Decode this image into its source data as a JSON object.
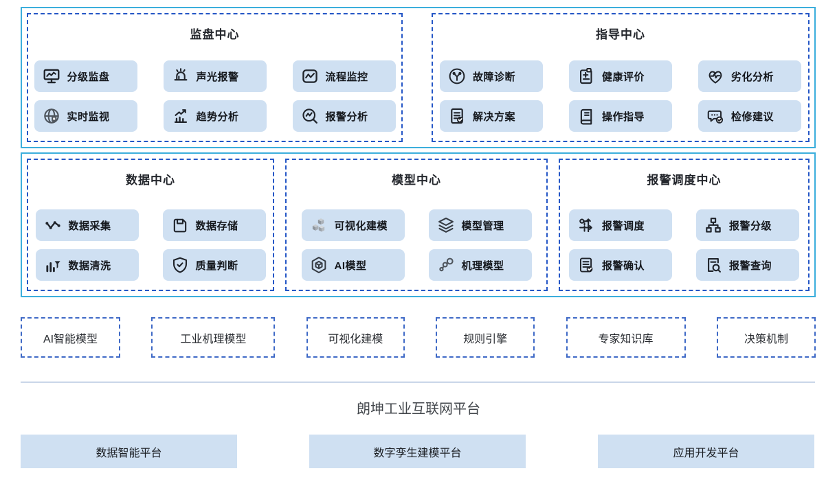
{
  "colors": {
    "outer_border": "#3BAEDC",
    "dashed_border": "#2456C6",
    "item_background": "#CFE0F2",
    "item_text": "#15181D",
    "section_title_text": "#24272D",
    "separator_line": "#6186BE",
    "platform_box_background": "#CFE0F2"
  },
  "top_row": {
    "sections": [
      {
        "title": "监盘中心",
        "items": [
          {
            "label": "分级监盘",
            "icon": "monitor-chart-icon"
          },
          {
            "label": "声光报警",
            "icon": "siren-icon"
          },
          {
            "label": "流程监控",
            "icon": "flow-monitor-icon"
          },
          {
            "label": "实时监视",
            "icon": "globe-icon"
          },
          {
            "label": "趋势分析",
            "icon": "trend-chart-icon"
          },
          {
            "label": "报警分析",
            "icon": "magnifier-pulse-icon"
          }
        ]
      },
      {
        "title": "指导中心",
        "items": [
          {
            "label": "故障诊断",
            "icon": "fault-tree-icon"
          },
          {
            "label": "健康评价",
            "icon": "clipboard-plus-icon"
          },
          {
            "label": "劣化分析",
            "icon": "heart-pulse-icon"
          },
          {
            "label": "解决方案",
            "icon": "doc-check-icon"
          },
          {
            "label": "操作指导",
            "icon": "manual-book-icon"
          },
          {
            "label": "检修建议",
            "icon": "chat-check-icon"
          }
        ]
      }
    ]
  },
  "middle_row": {
    "sections": [
      {
        "title": "数据中心",
        "items": [
          {
            "label": "数据采集",
            "icon": "pulse-nodes-icon"
          },
          {
            "label": "数据存储",
            "icon": "floppy-disk-icon"
          },
          {
            "label": "数据清洗",
            "icon": "bars-funnel-icon"
          },
          {
            "label": "质量判断",
            "icon": "shield-check-icon"
          }
        ]
      },
      {
        "title": "模型中心",
        "items": [
          {
            "label": "可视化建模",
            "icon": "cubes-icon"
          },
          {
            "label": "模型管理",
            "icon": "layers-icon"
          },
          {
            "label": "AI模型",
            "icon": "cube-hexagon-icon"
          },
          {
            "label": "机理模型",
            "icon": "molecule-icon"
          }
        ]
      },
      {
        "title": "报警调度中心",
        "items": [
          {
            "label": "报警调度",
            "icon": "route-switch-icon"
          },
          {
            "label": "报警分级",
            "icon": "hierarchy-icon"
          },
          {
            "label": "报警确认",
            "icon": "list-check-icon"
          },
          {
            "label": "报警查询",
            "icon": "doc-search-icon"
          }
        ]
      }
    ]
  },
  "capability_row": {
    "boxes": [
      "AI智能模型",
      "工业机理模型",
      "可视化建模",
      "规则引擎",
      "专家知识库",
      "决策机制"
    ]
  },
  "platform": {
    "title": "朗坤工业互联网平台",
    "boxes": [
      "数据智能平台",
      "数字孪生建模平台",
      "应用开发平台"
    ]
  }
}
